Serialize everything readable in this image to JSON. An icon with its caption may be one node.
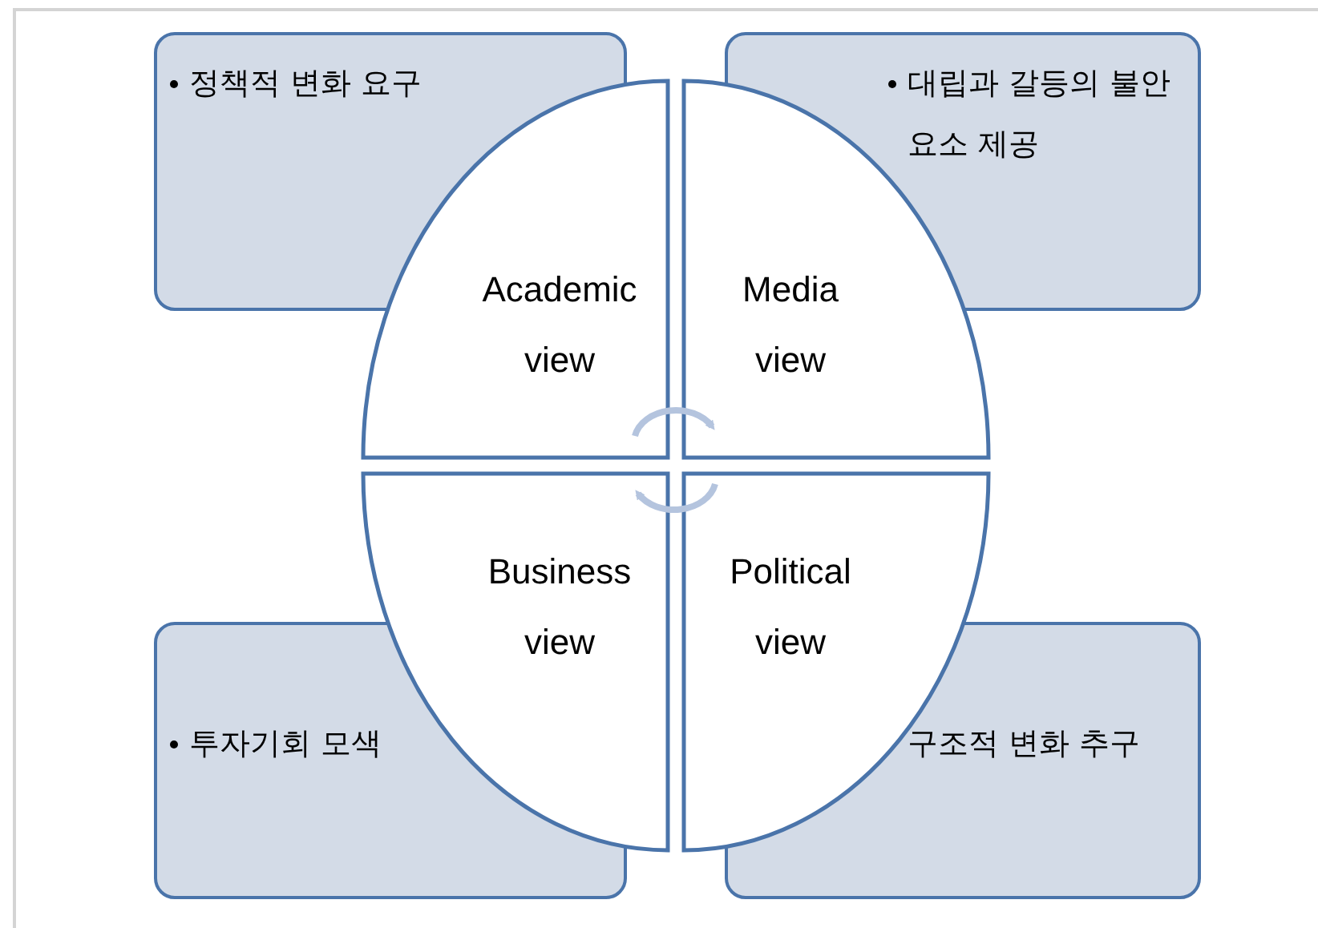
{
  "diagram": {
    "nodes": [
      {
        "text": [
          "정책적 변화 요구"
        ]
      },
      {
        "text": [
          "대립과 갈등의 불안 요소 제공"
        ]
      },
      {
        "text": [
          "투자기회 모색"
        ]
      },
      {
        "text": [
          "구조적 변화 추구"
        ]
      },
      {
        "text": [
          "Academic view"
        ]
      },
      {
        "text": [
          "Media view"
        ]
      },
      {
        "text": [
          "Business view"
        ]
      },
      {
        "text": [
          "Political view"
        ]
      }
    ],
    "edges": [
      {
        "from": 4,
        "to": 5,
        "arrow": "to"
      },
      {
        "from": 7,
        "to": 6,
        "arrow": "to"
      }
    ]
  }
}
